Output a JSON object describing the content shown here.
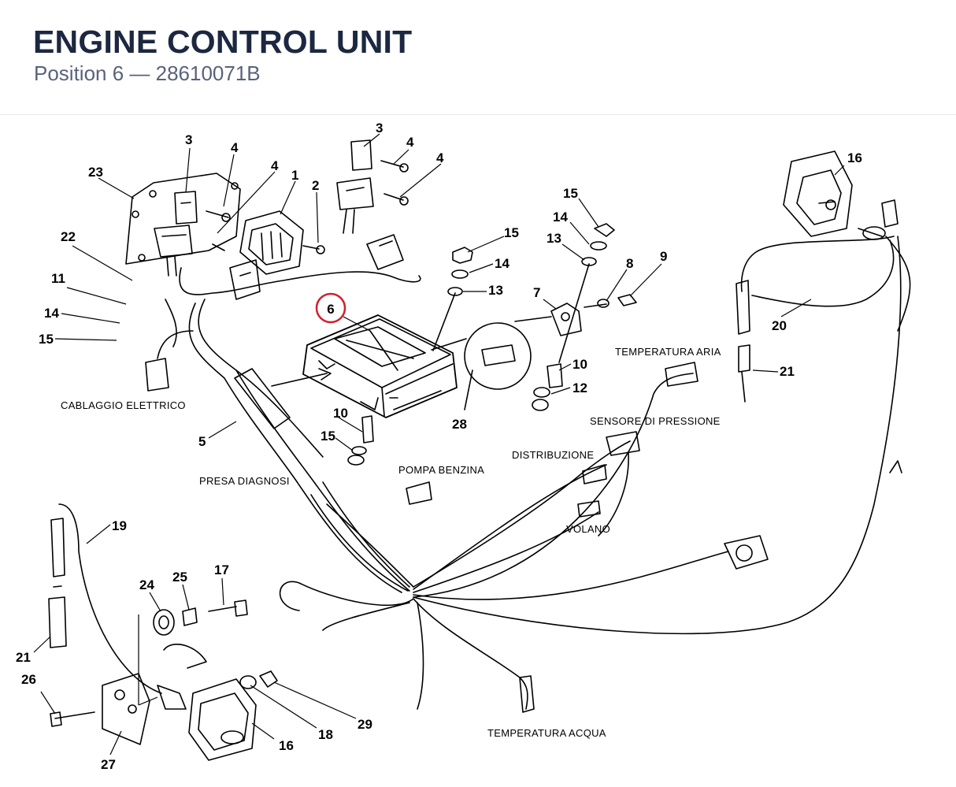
{
  "header": {
    "title": "ENGINE CONTROL UNIT",
    "subtitle": "Position 6 — 28610071B"
  },
  "highlight": {
    "part": "6",
    "color": "#d0202e"
  },
  "diagram": {
    "callouts": [
      {
        "id": "23",
        "n": "23"
      },
      {
        "id": "3a",
        "n": "3"
      },
      {
        "id": "4a",
        "n": "4"
      },
      {
        "id": "4b",
        "n": "4"
      },
      {
        "id": "1",
        "n": "1"
      },
      {
        "id": "2",
        "n": "2"
      },
      {
        "id": "3b",
        "n": "3"
      },
      {
        "id": "4c",
        "n": "4"
      },
      {
        "id": "4d",
        "n": "4"
      },
      {
        "id": "22",
        "n": "22"
      },
      {
        "id": "11",
        "n": "11"
      },
      {
        "id": "14a",
        "n": "14"
      },
      {
        "id": "15a",
        "n": "15"
      },
      {
        "id": "15b",
        "n": "15"
      },
      {
        "id": "14b",
        "n": "14"
      },
      {
        "id": "13a",
        "n": "13"
      },
      {
        "id": "15c",
        "n": "15"
      },
      {
        "id": "14c",
        "n": "14"
      },
      {
        "id": "13b",
        "n": "13"
      },
      {
        "id": "7",
        "n": "7"
      },
      {
        "id": "8",
        "n": "8"
      },
      {
        "id": "9",
        "n": "9"
      },
      {
        "id": "16a",
        "n": "16"
      },
      {
        "id": "20",
        "n": "20"
      },
      {
        "id": "21a",
        "n": "21"
      },
      {
        "id": "10a",
        "n": "10"
      },
      {
        "id": "12",
        "n": "12"
      },
      {
        "id": "28",
        "n": "28"
      },
      {
        "id": "10b",
        "n": "10"
      },
      {
        "id": "15d",
        "n": "15"
      },
      {
        "id": "5",
        "n": "5"
      },
      {
        "id": "19",
        "n": "19"
      },
      {
        "id": "21b",
        "n": "21"
      },
      {
        "id": "24",
        "n": "24"
      },
      {
        "id": "25",
        "n": "25"
      },
      {
        "id": "17",
        "n": "17"
      },
      {
        "id": "26",
        "n": "26"
      },
      {
        "id": "27",
        "n": "27"
      },
      {
        "id": "16b",
        "n": "16"
      },
      {
        "id": "18",
        "n": "18"
      },
      {
        "id": "29",
        "n": "29"
      },
      {
        "id": "6",
        "n": "6"
      }
    ],
    "labels": [
      {
        "id": "cablaggio",
        "text": "CABLAGGIO ELETTRICO"
      },
      {
        "id": "presa",
        "text": "PRESA DIAGNOSI"
      },
      {
        "id": "pompa",
        "text": "POMPA BENZINA"
      },
      {
        "id": "distribuzione",
        "text": "DISTRIBUZIONE"
      },
      {
        "id": "sensore",
        "text": "SENSORE DI PRESSIONE"
      },
      {
        "id": "temparia",
        "text": "TEMPERATURA ARIA"
      },
      {
        "id": "volano",
        "text": "VOLANO"
      },
      {
        "id": "tempacqua",
        "text": "TEMPERATURA ACQUA"
      }
    ]
  }
}
